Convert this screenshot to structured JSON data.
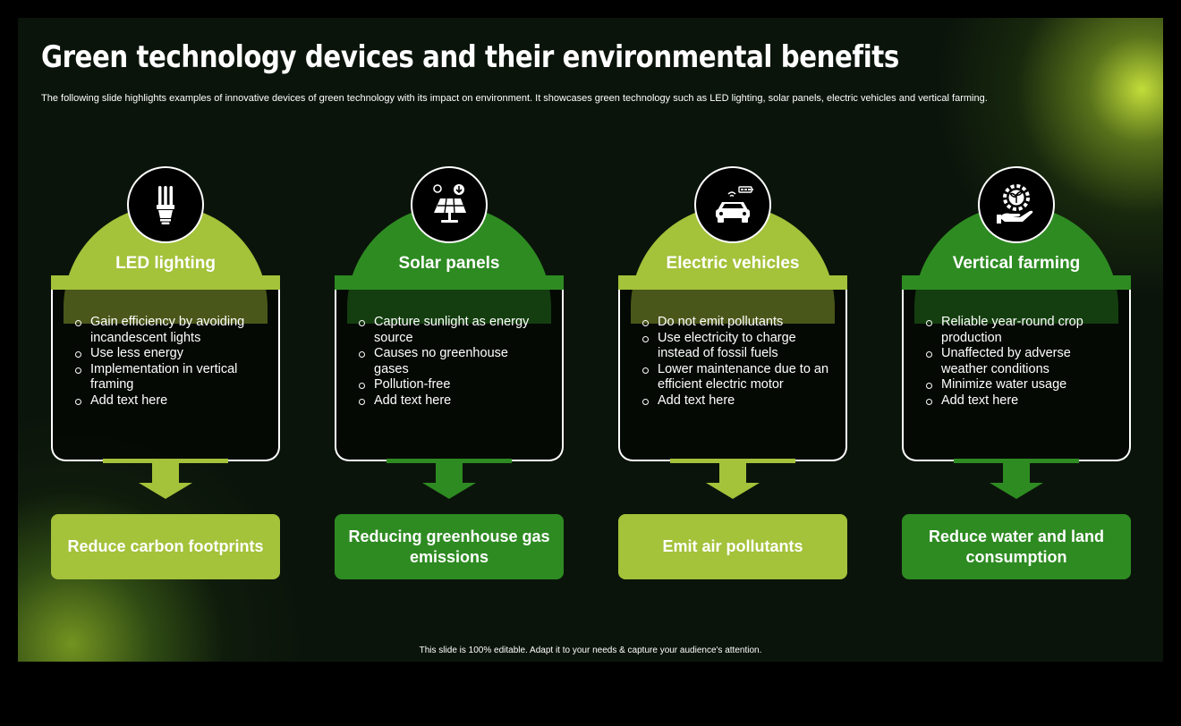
{
  "slide": {
    "title": "Green technology devices and their environmental benefits",
    "subtitle": "The following slide highlights examples of innovative devices of green technology with its impact on environment. It showcases green technology such as LED lighting, solar panels, electric vehicles and vertical farming.",
    "footer": "This slide is 100% editable. Adapt it to your needs & capture your audience's attention."
  },
  "colors": {
    "lime": "#a4c23a",
    "green": "#2e8b22",
    "background": "#0b140b",
    "glow": "#cce83c"
  },
  "devices": [
    {
      "icon": "led-bulb-icon",
      "title": "LED lighting",
      "points": [
        "Gain efficiency by avoiding incandescent lights",
        "Use less energy",
        "Implementation in vertical framing",
        "Add text here"
      ],
      "outcome": "Reduce carbon footprints"
    },
    {
      "icon": "solar-panel-icon",
      "title": "Solar panels",
      "points": [
        "Capture sunlight as energy source",
        "Causes no greenhouse gases",
        "Pollution-free",
        "Add text here"
      ],
      "outcome": "Reducing greenhouse gas emissions"
    },
    {
      "icon": "electric-car-icon",
      "title": "Electric vehicles",
      "points": [
        "Do not emit pollutants",
        "Use electricity to charge instead of fossil fuels",
        "Lower maintenance due to an efficient electric motor",
        "Add text here"
      ],
      "outcome": "Emit air pollutants"
    },
    {
      "icon": "globe-hand-icon",
      "title": "Vertical farming",
      "points": [
        "Reliable year-round crop production",
        "Unaffected by adverse weather conditions",
        "Minimize water usage",
        "Add text here"
      ],
      "outcome": "Reduce water and land consumption"
    }
  ]
}
